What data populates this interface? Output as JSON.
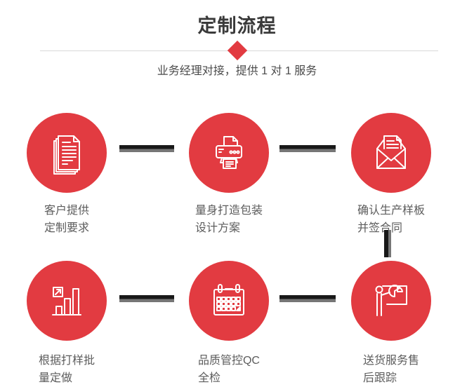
{
  "header": {
    "title": "定制流程",
    "subtitle": "业务经理对接，提供 1 对 1 服务"
  },
  "colors": {
    "accent": "#e23b41",
    "conn-dark": "#181818",
    "conn-gray": "#767676",
    "divider-gray": "#d8d8d8",
    "title-text": "#3a3a3a",
    "label-text": "#5c5c5c"
  },
  "steps": [
    {
      "id": 1,
      "icon": "documents-icon",
      "lines": [
        "客户提供",
        "定制要求"
      ]
    },
    {
      "id": 2,
      "icon": "printer-icon",
      "lines": [
        "量身打造包装",
        "设计方案"
      ]
    },
    {
      "id": 3,
      "icon": "envelope-icon",
      "lines": [
        "确认生产样板",
        "并签合同"
      ]
    },
    {
      "id": 4,
      "icon": "bar-chart-icon",
      "lines": [
        "根据打样批",
        "量定做"
      ]
    },
    {
      "id": 5,
      "icon": "calendar-icon",
      "lines": [
        "品质管控QC",
        "全检"
      ]
    },
    {
      "id": 6,
      "icon": "presentation-icon",
      "lines": [
        "送货服务售",
        "后跟踪"
      ]
    }
  ]
}
